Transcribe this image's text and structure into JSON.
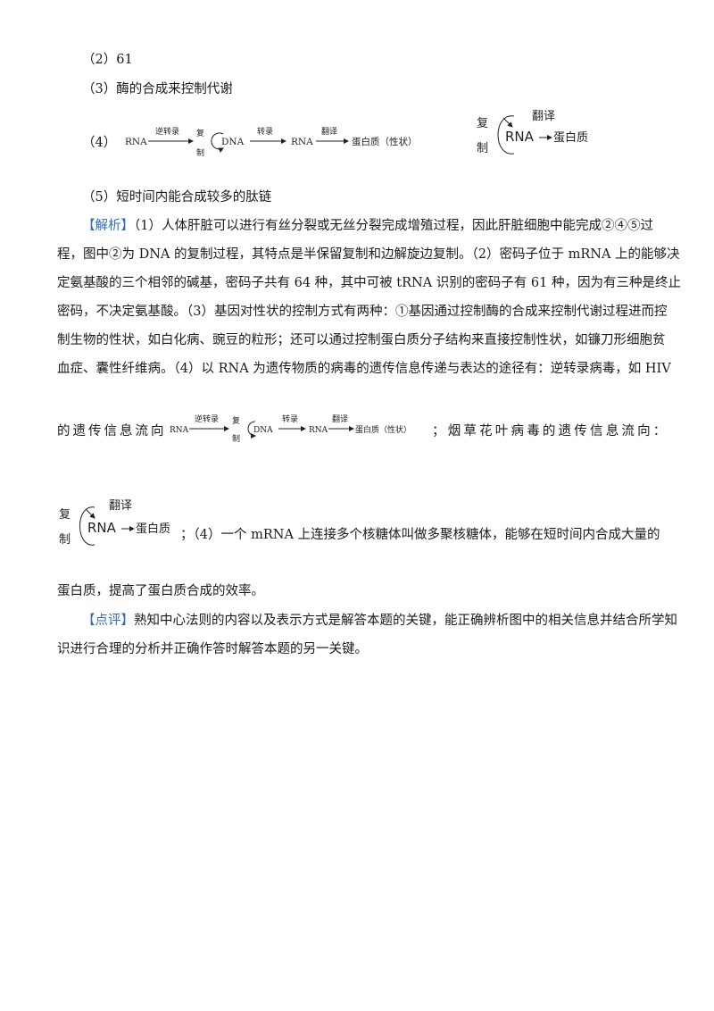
{
  "answers": {
    "a2": "（2）61",
    "a3": "（3）酶的合成来控制代谢",
    "a4_num": "（4）",
    "a5": "（5）短时间内能合成较多的肽链"
  },
  "flow_retro": {
    "rna1": "RNA",
    "reverse": "逆转录",
    "fu": "复",
    "zhi": "制",
    "dna": "DNA",
    "transcribe": "转录",
    "rna2": "RNA",
    "translate": "翻译",
    "product": "蛋白质（性状）"
  },
  "flow_rna": {
    "fu": "复",
    "zhi": "制",
    "translate": "翻译",
    "rna": "RNA",
    "product": "蛋白质"
  },
  "analysis": {
    "label": "【解析】",
    "l1": "（1）人体肝脏可以进行有丝分裂或无丝分裂完成增殖过程，因此肝脏细胞中能完成②④⑤过",
    "l2": "程，图中②为 DNA 的复制过程，其特点是半保留复制和边解旋边复制。（2）密码子位于 mRNA 上的能够决",
    "l3": "定氨基酸的三个相邻的碱基，密码子共有 64 种，其中可被 tRNA 识别的密码子有 61 种，因为有三种是终止",
    "l4": "密码，不决定氨基酸。（3）基因对性状的控制方式有两种：①基因通过控制酶的合成来控制代谢过程进而控",
    "l5": "制生物的性状，如白化病、豌豆的粒形；还可以通过控制蛋白质分子结构来直接控制性状，如镰刀形细胞贫",
    "l6": "血症、囊性纤维病。（4）以 RNA 为遗传物质的病毒的遗传信息传递与表达的途径有：逆转录病毒，如 HIV",
    "l7a": "的遗传信息流向",
    "l7b": "；烟草花叶病毒的遗传信息流向：",
    "l8": "；（4）一个 mRNA 上连接多个核糖体叫做多聚核糖体，能够在短时间内合成大量的",
    "l9": "蛋白质，提高了蛋白质合成的效率。"
  },
  "comment": {
    "label": "【点评】",
    "l1": "熟知中心法则的内容以及表示方式是解答本题的关键，能正确辨析图中的相关信息并结合所学知",
    "l2": "识进行合理的分析并正确作答时解答本题的另一关键。"
  },
  "colors": {
    "label": "#2f6ebd",
    "text": "#1a1a1a"
  }
}
